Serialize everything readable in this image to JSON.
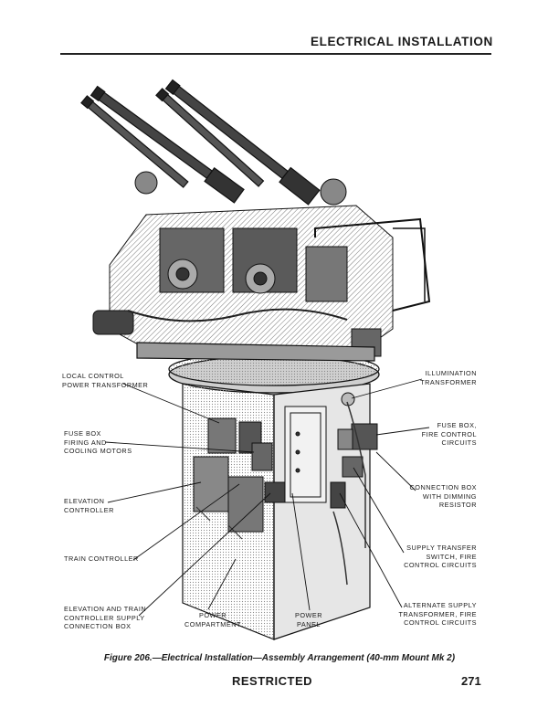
{
  "header": {
    "title": "ELECTRICAL INSTALLATION"
  },
  "labels": {
    "local_control": [
      "LOCAL CONTROL",
      "POWER TRANSFORMER"
    ],
    "fuse_box_firing": [
      "FUSE BOX",
      "FIRING AND",
      "COOLING MOTORS"
    ],
    "elevation_controller": [
      "ELEVATION",
      "CONTROLLER"
    ],
    "train_controller": [
      "TRAIN CONTROLLER"
    ],
    "elev_train_supply": [
      "ELEVATION AND TRAIN",
      "CONTROLLER SUPPLY",
      "CONNECTION BOX"
    ],
    "power_compartment": [
      "POWER",
      "COMPARTMENT"
    ],
    "power_panel": [
      "POWER",
      "PANEL"
    ],
    "illumination_transformer": [
      "ILLUMINATION",
      "TRANSFORMER"
    ],
    "fuse_box_fire_control": [
      "FUSE BOX,",
      "FIRE CONTROL",
      "CIRCUITS"
    ],
    "connection_box": [
      "CONNECTION BOX",
      "WITH DIMMING",
      "RESISTOR"
    ],
    "supply_transfer_switch": [
      "SUPPLY TRANSFER",
      "SWITCH, FIRE",
      "CONTROL CIRCUITS"
    ],
    "alternate_supply": [
      "ALTERNATE SUPPLY",
      "TRANSFORMER, FIRE",
      "CONTROL CIRCUITS"
    ]
  },
  "caption": "Figure 206.—Electrical Installation—Assembly Arrangement (40-mm Mount Mk 2)",
  "footer": {
    "restricted": "RESTRICTED",
    "page_number": "271"
  }
}
